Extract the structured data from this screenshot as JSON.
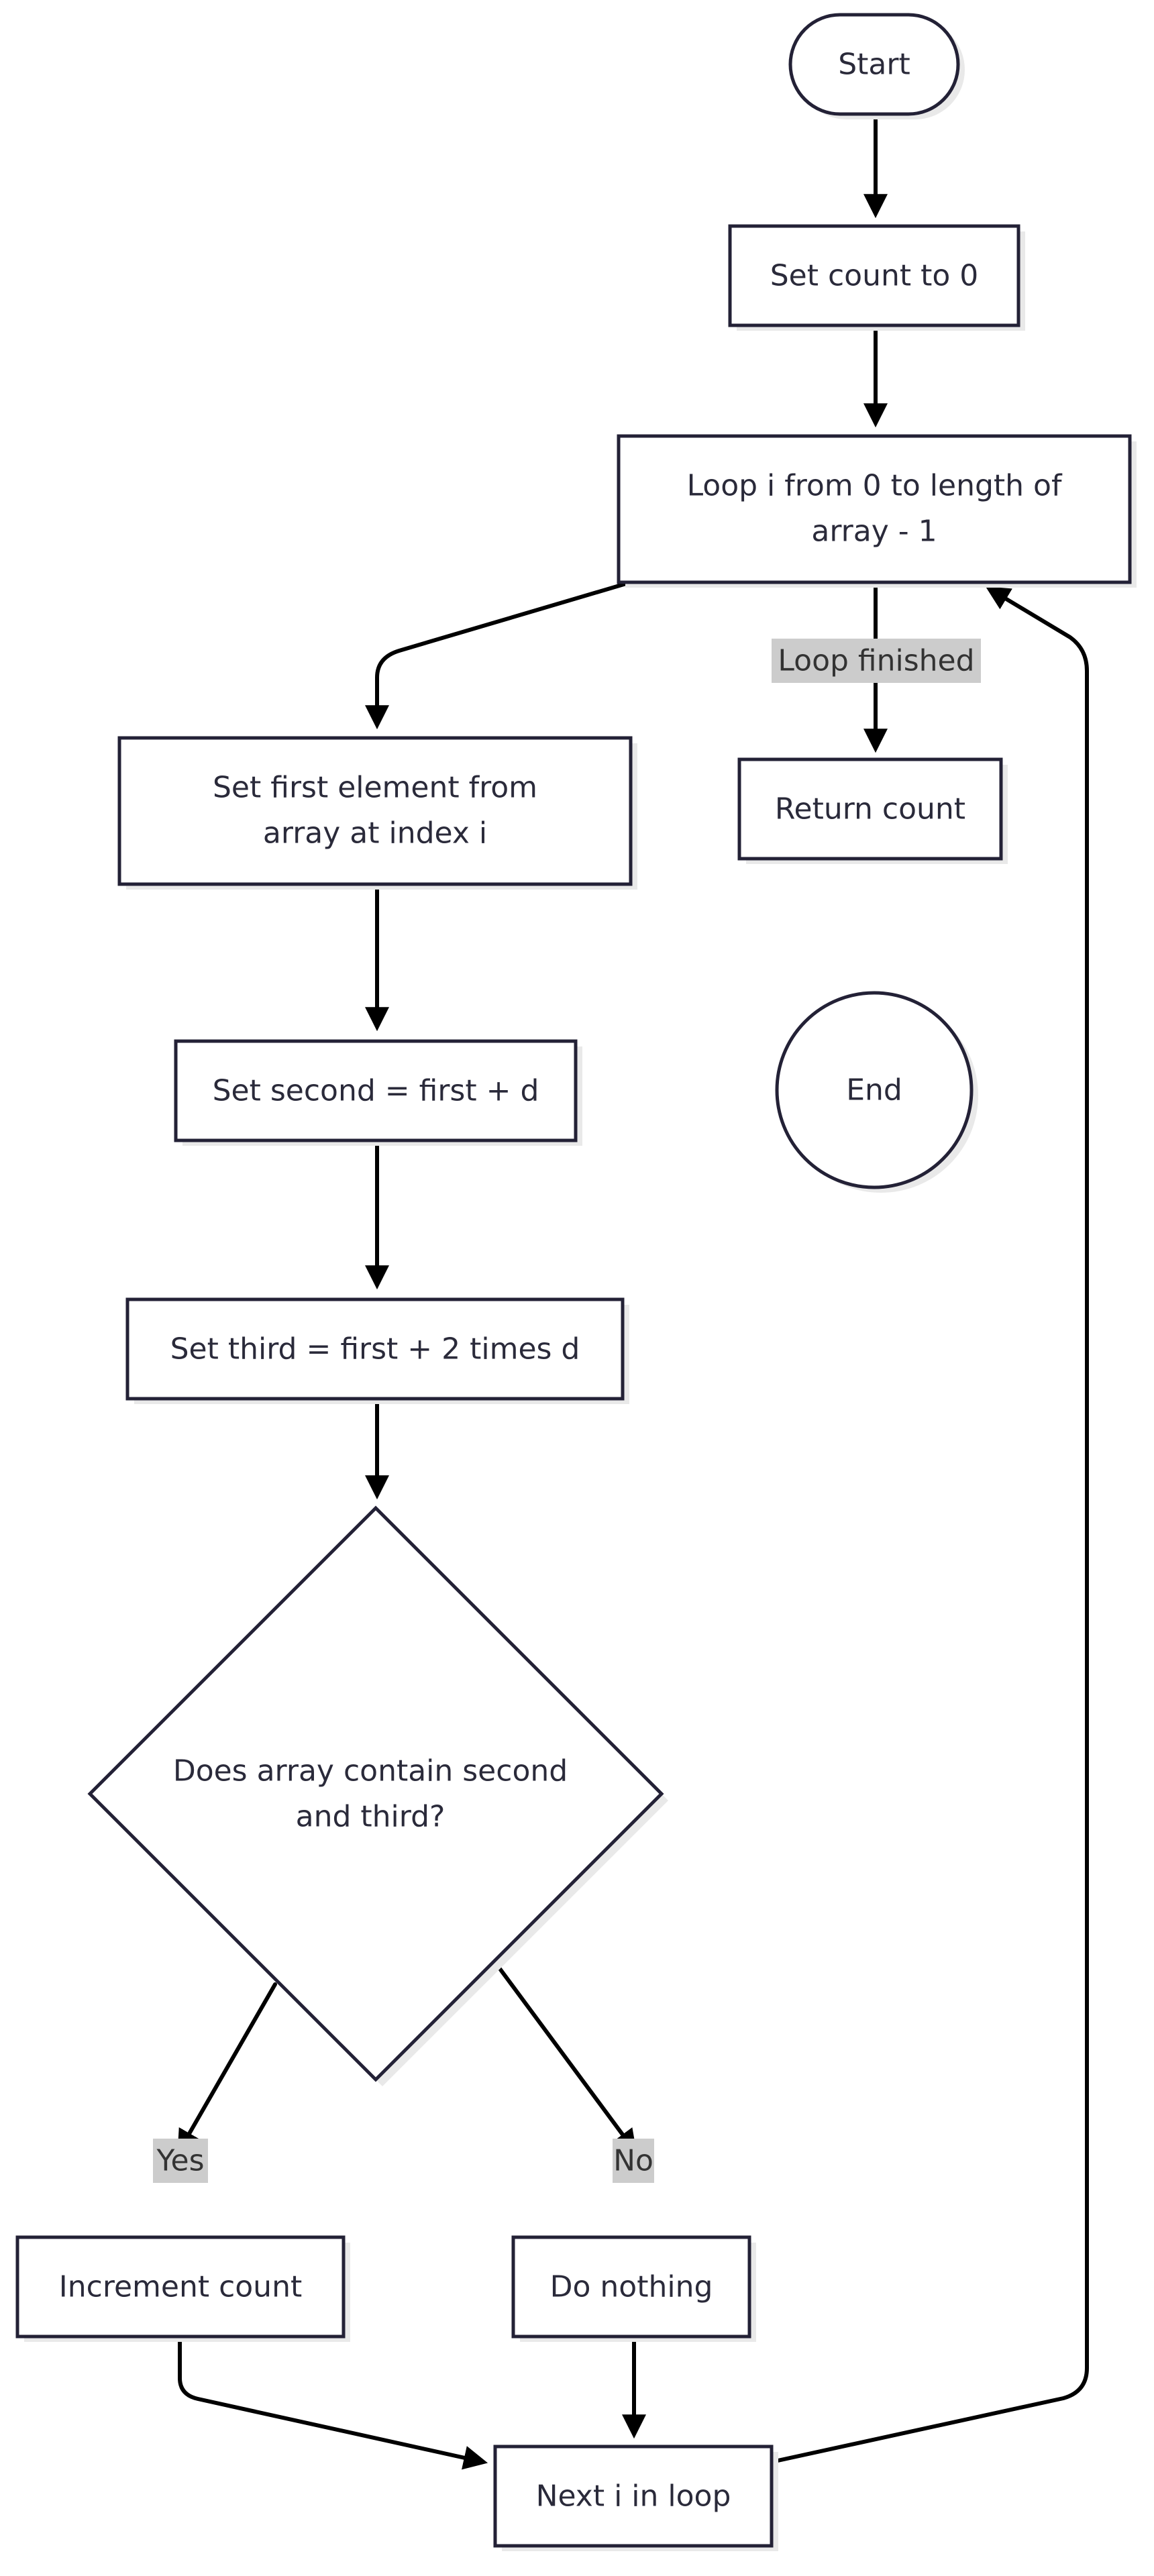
{
  "nodes": {
    "start": "Start",
    "set_count": "Set count to 0",
    "loop_line1": "Loop i from 0 to length of",
    "loop_line2": "array - 1",
    "set_first_line1": "Set first element from",
    "set_first_line2": "array at index i",
    "set_second": "Set second = first + d",
    "set_third": "Set third = first + 2 times d",
    "decision_line1": "Does array contain second",
    "decision_line2": "and third?",
    "increment": "Increment count",
    "do_nothing": "Do nothing",
    "next_i": "Next i in loop",
    "return_count": "Return count",
    "end": "End"
  },
  "edges": {
    "loop_finished": "Loop finished",
    "yes": "Yes",
    "no": "No"
  },
  "colors": {
    "node_stroke": "#232136",
    "edge": "#000000",
    "label_background": "#cccccc"
  }
}
